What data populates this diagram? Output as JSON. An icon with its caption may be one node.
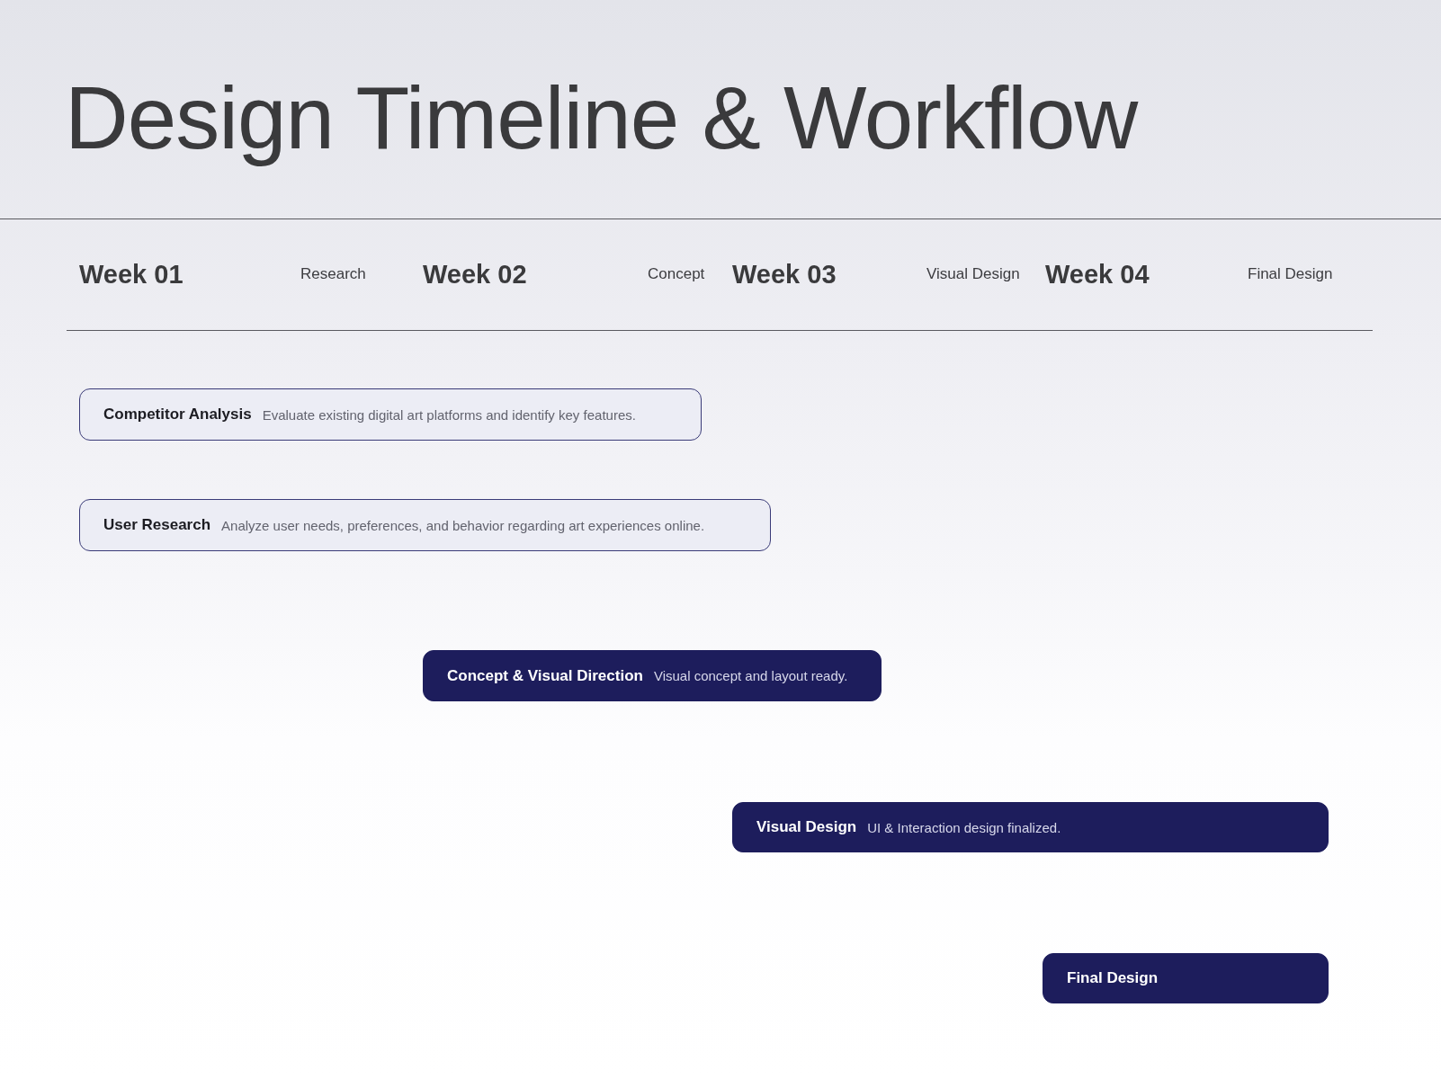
{
  "diagram": {
    "title": "Design Timeline & Workflow",
    "nodes": [
      {
        "text": [
          "Competitor Analysis",
          "Evaluate existing digital art platforms and identify key features."
        ]
      },
      {
        "text": [
          "User Research",
          "Analyze user needs, preferences, and behavior regarding art experiences online."
        ]
      },
      {
        "text": [
          "Concept & Visual Direction",
          "Visual concept and layout ready."
        ]
      },
      {
        "text": [
          "Visual Design",
          "UI & Interaction design finalized."
        ]
      },
      {
        "text": [
          "Final Design"
        ]
      }
    ],
    "labels": [
      "Week 01",
      "Research",
      "Week 02",
      "Concept",
      "Week 03",
      "Visual Design",
      "Week 04",
      "Final Design"
    ]
  }
}
